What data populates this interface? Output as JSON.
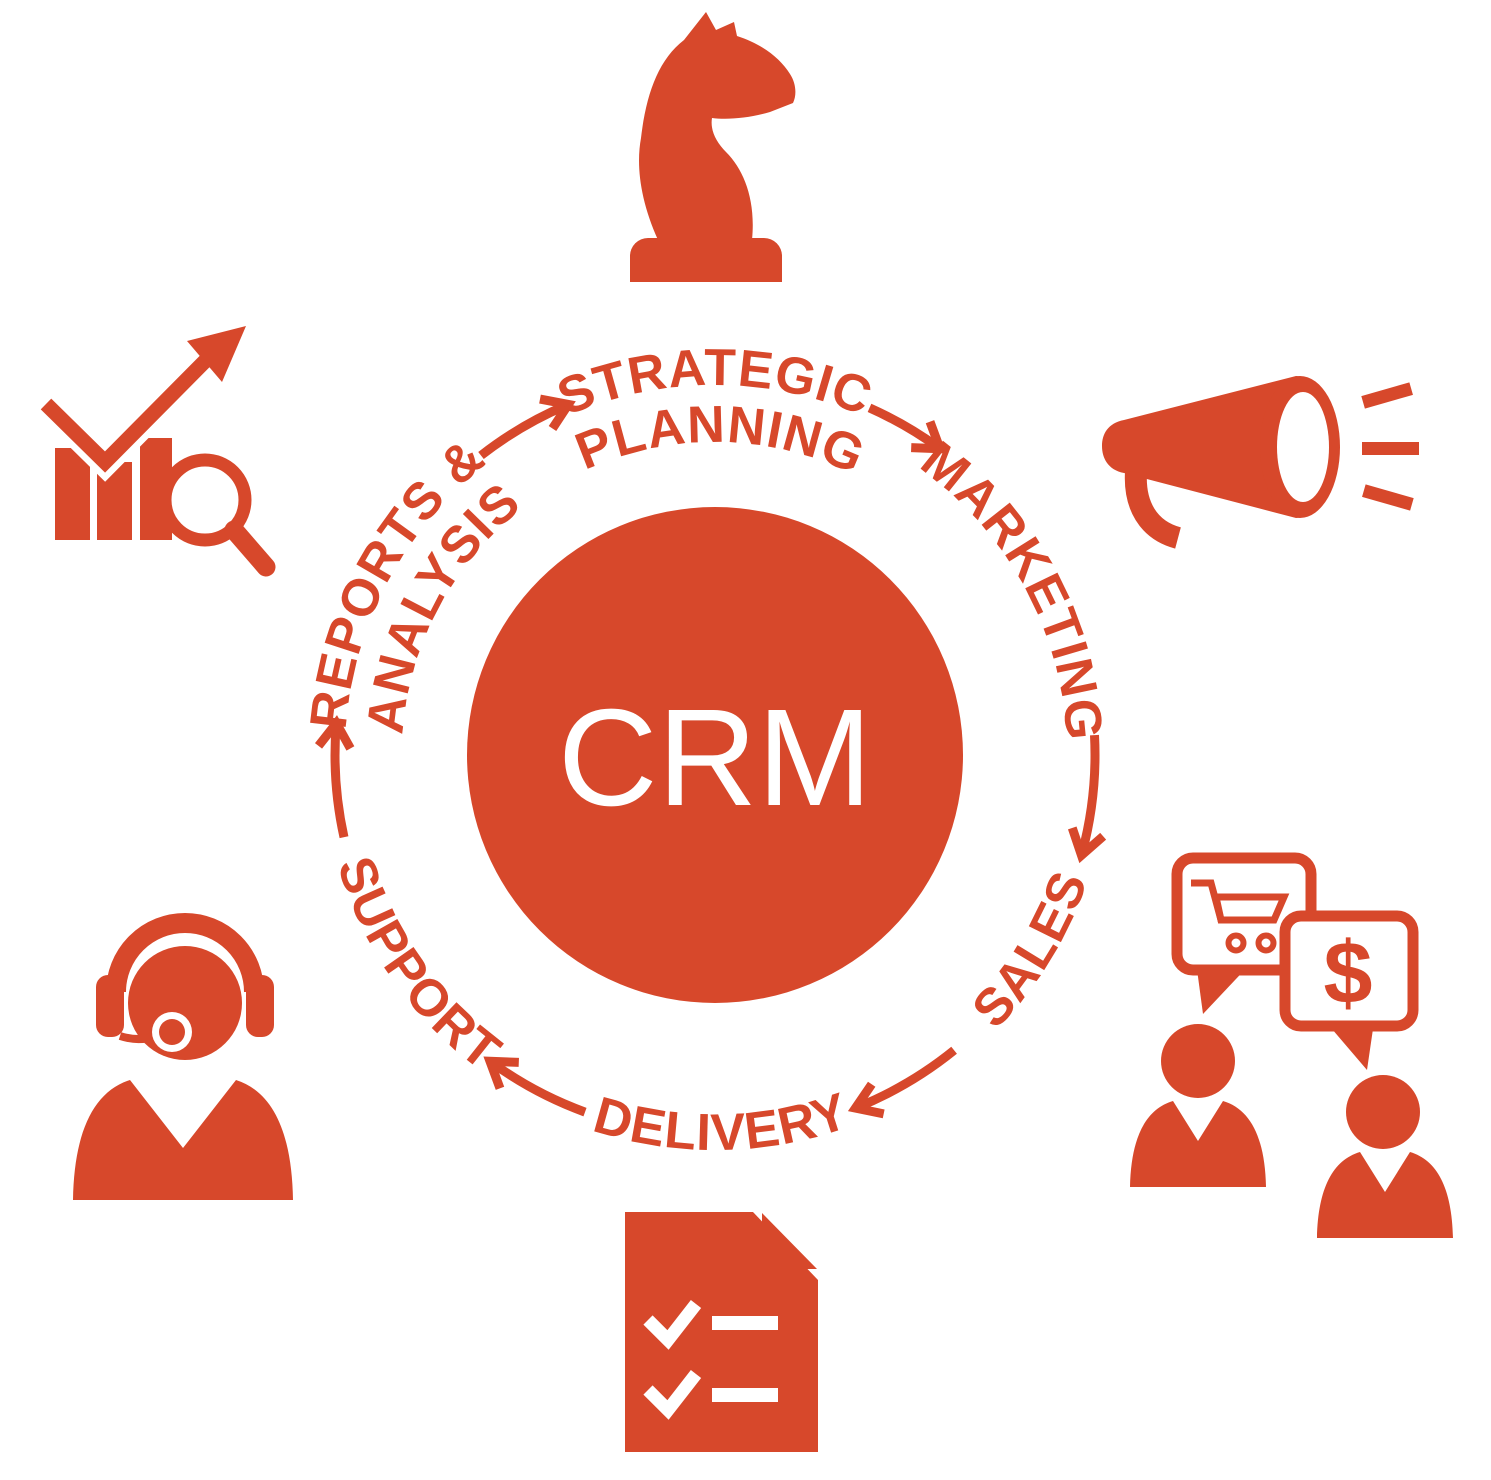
{
  "colors": {
    "accent": "#D7482B",
    "background": "#FFFFFF",
    "center_label_color": "#FFFFFF"
  },
  "center": {
    "label": "CRM"
  },
  "ring": {
    "strategic_planning": {
      "line1": "STRATEGIC",
      "line2": "PLANNING"
    },
    "marketing": {
      "label": "MARKETING"
    },
    "sales": {
      "label": "SALES"
    },
    "delivery": {
      "label": "DELIVERY"
    },
    "support": {
      "label": "SUPPORT"
    },
    "reports_analysis": {
      "line1": "REPORTS &",
      "line2": "ANALYSIS"
    }
  },
  "bubble": {
    "dollar": "$"
  },
  "icons": [
    {
      "name": "chess-knight-icon",
      "represents": "STRATEGIC PLANNING",
      "position": "top"
    },
    {
      "name": "megaphone-icon",
      "represents": "MARKETING",
      "position": "right"
    },
    {
      "name": "customers-chat-icon",
      "represents": "SALES",
      "position": "bottom-right"
    },
    {
      "name": "checklist-document-icon",
      "represents": "DELIVERY",
      "position": "bottom"
    },
    {
      "name": "support-agent-icon",
      "represents": "SUPPORT",
      "position": "bottom-left"
    },
    {
      "name": "chart-magnifier-icon",
      "represents": "REPORTS & ANALYSIS",
      "position": "top-left"
    }
  ],
  "flow_clockwise": [
    "STRATEGIC PLANNING",
    "MARKETING",
    "SALES",
    "DELIVERY",
    "SUPPORT",
    "REPORTS & ANALYSIS"
  ]
}
